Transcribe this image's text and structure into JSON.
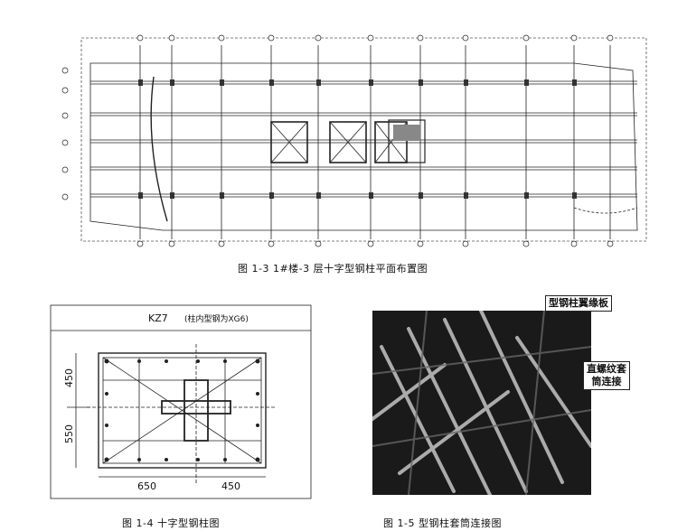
{
  "figure13": {
    "caption": "图 1-3 1#楼-3 层十字型钢柱平面布置图"
  },
  "figure14": {
    "caption": "图 1-4 十字型钢柱图",
    "title_code": "KZ7",
    "title_note": "(柱内型钢为XG6)",
    "dim_left_top": "450",
    "dim_left_bottom": "550",
    "dim_bottom_left": "650",
    "dim_bottom_right": "450"
  },
  "figure15": {
    "caption": "图 1-5 型钢柱套筒连接图",
    "callout_top": "型钢柱翼缘板",
    "callout_right_line1": "直螺纹套",
    "callout_right_line2": "筒连接"
  }
}
